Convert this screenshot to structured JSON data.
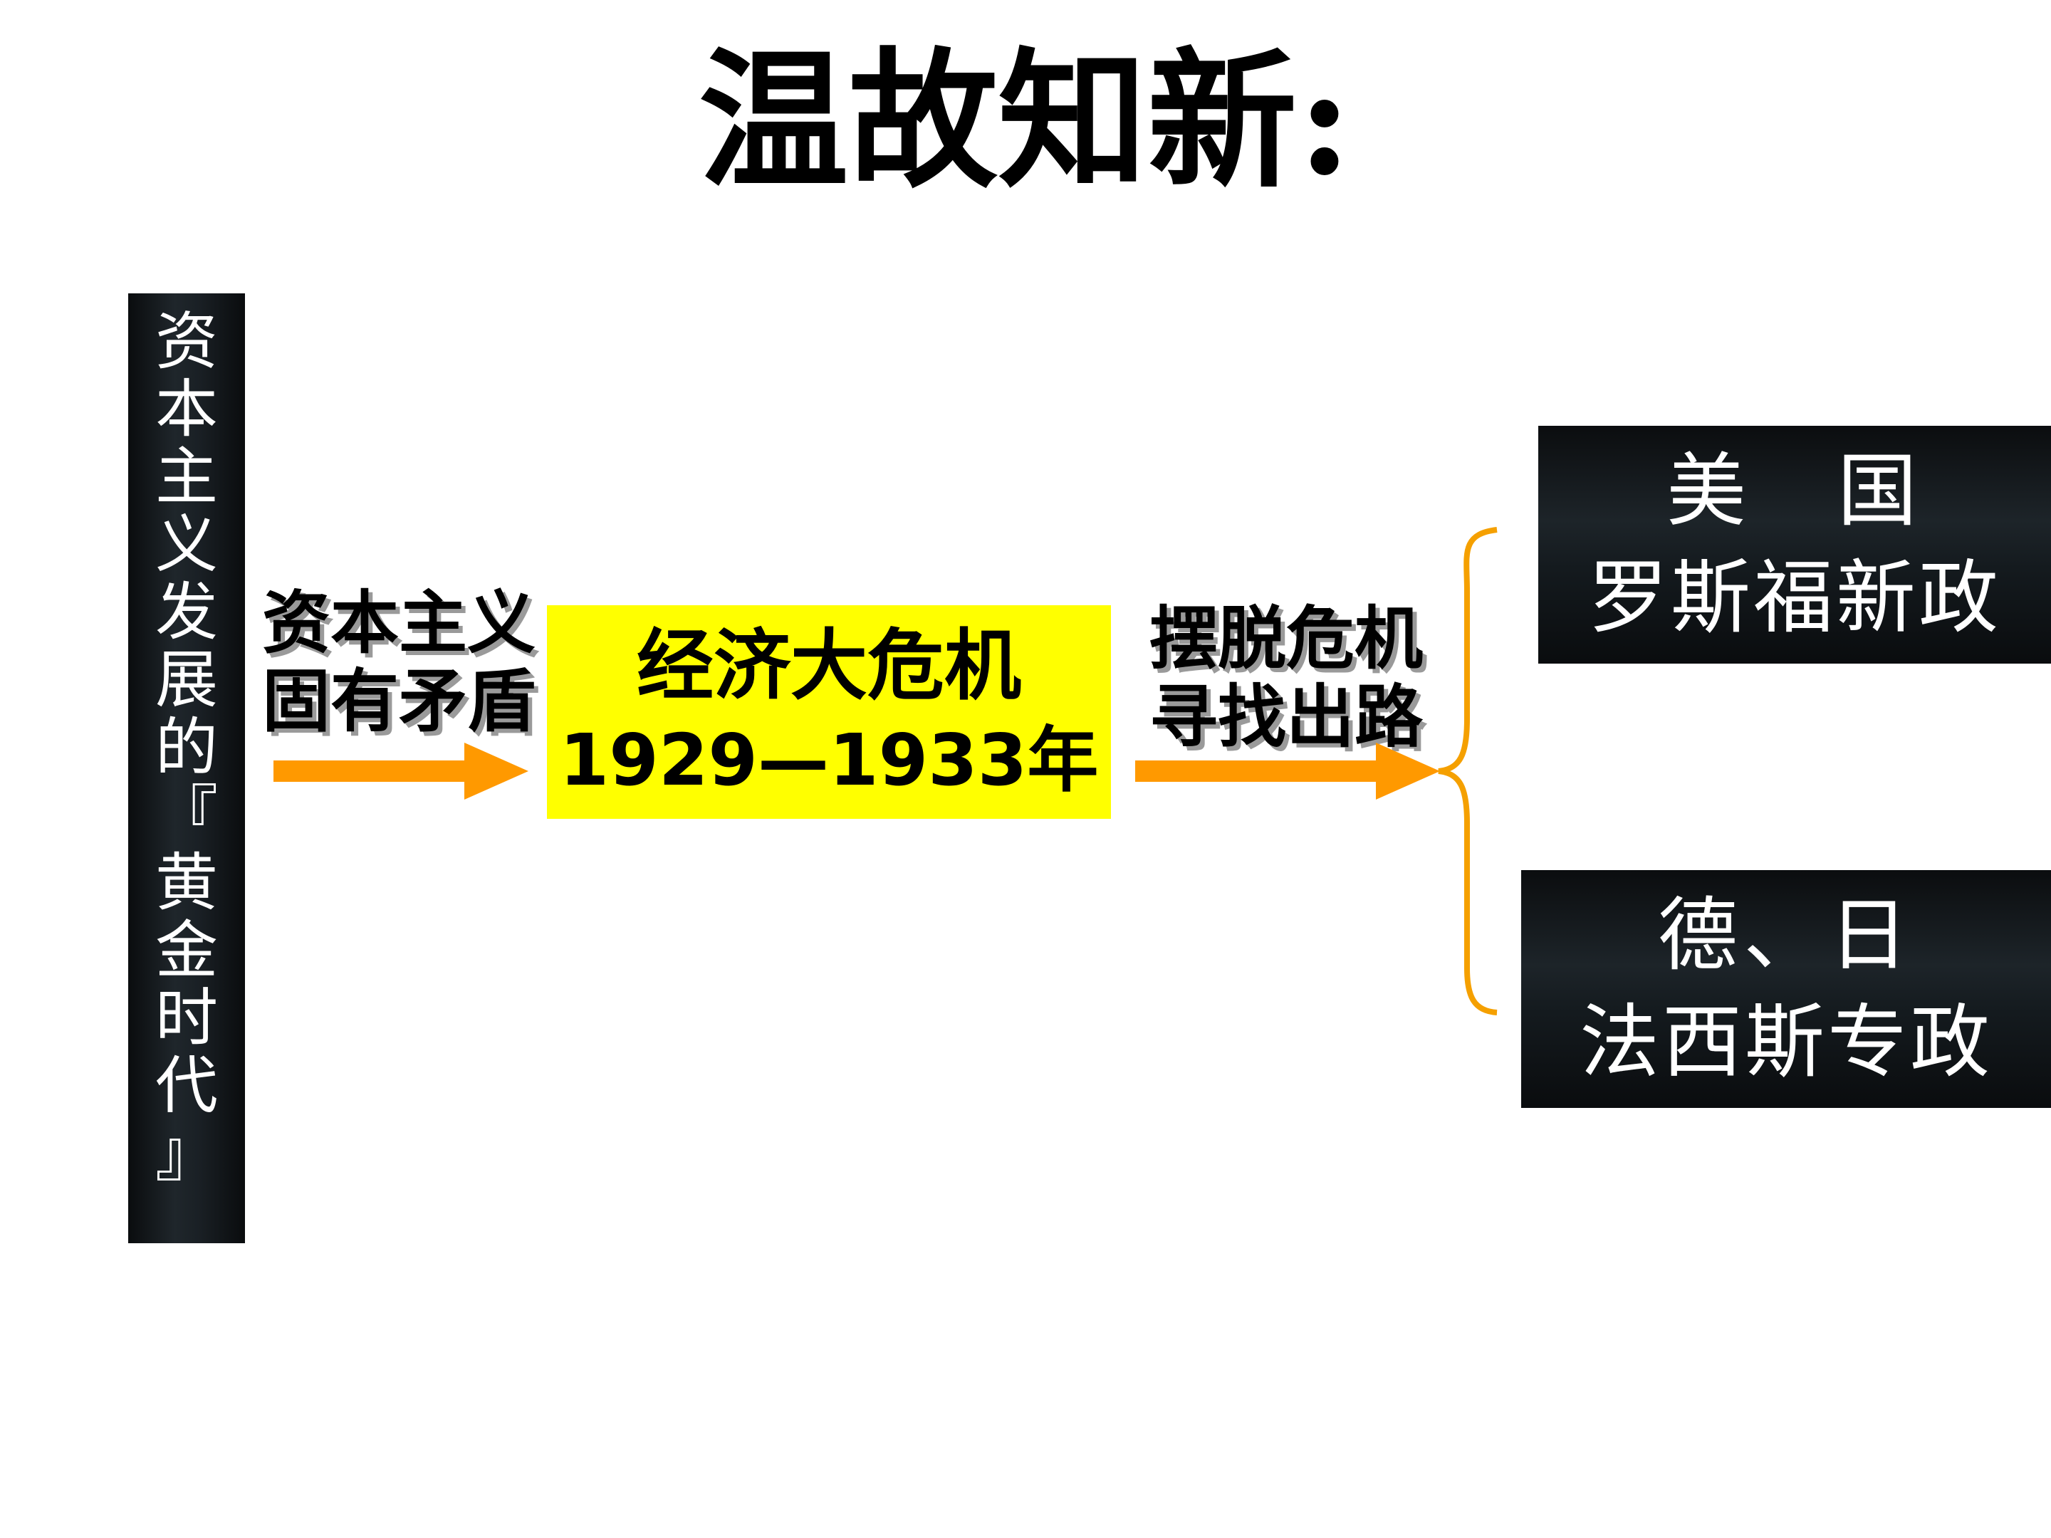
{
  "title": "温故知新:",
  "vertical_box": {
    "chars": [
      "资",
      "本",
      "主",
      "义",
      "发",
      "展",
      "的",
      "『",
      "黄",
      "金",
      "时",
      "代",
      "』"
    ]
  },
  "cause": {
    "line1": "资本主义",
    "line2": "固有矛盾"
  },
  "crisis": {
    "title": "经济大危机",
    "years": "1929—1933年"
  },
  "solution": {
    "line1": "摆脱危机",
    "line2": "寻找出路"
  },
  "results": [
    {
      "country": "美　国",
      "policy": "罗斯福新政"
    },
    {
      "country": "德、日",
      "policy": "法西斯专政"
    }
  ],
  "colors": {
    "arrow": "#ff9900",
    "brace": "#f5a000",
    "crisis_fill": "#ffff00"
  }
}
